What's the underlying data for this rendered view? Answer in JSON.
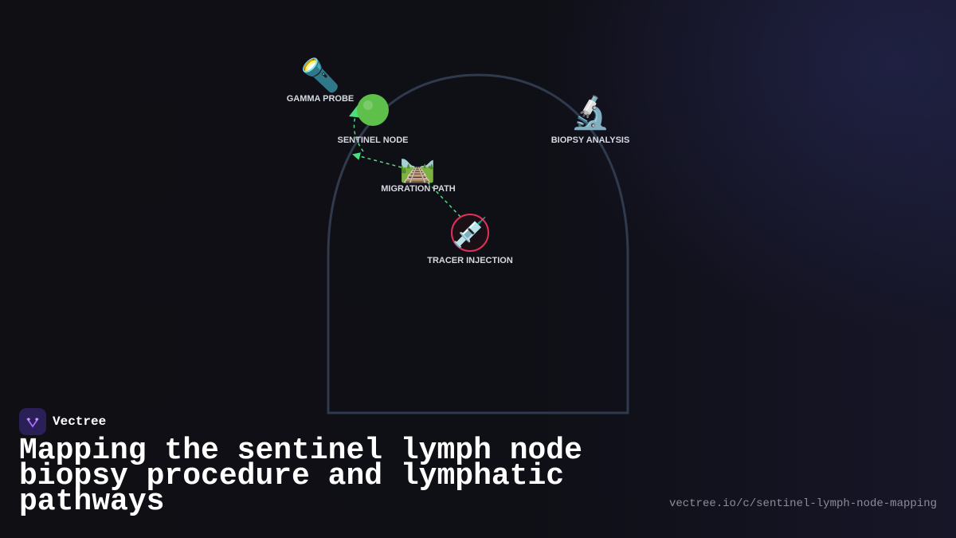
{
  "nodes": {
    "gamma_probe": {
      "label": "GAMMA PROBE",
      "icon": "flashlight-icon",
      "emoji": "🔦"
    },
    "sentinel_node": {
      "label": "SENTINEL NODE",
      "icon": "green-circle-icon",
      "emoji": "🟢"
    },
    "biopsy_analysis": {
      "label": "BIOPSY ANALYSIS",
      "icon": "microscope-icon",
      "emoji": "🔬"
    },
    "migration_path": {
      "label": "MIGRATION PATH",
      "icon": "railway-track-icon",
      "emoji": "🛤️"
    },
    "tracer_injection": {
      "label": "TRACER INJECTION",
      "icon": "syringe-icon",
      "emoji": "💉"
    }
  },
  "edges": [
    {
      "from": "tracer_injection",
      "to": "migration_path",
      "style": "dashed"
    },
    {
      "from": "migration_path",
      "to": "sentinel_node",
      "style": "dashed"
    },
    {
      "from": "sentinel_node",
      "to": "gamma_probe",
      "style": "dashed"
    }
  ],
  "brand": {
    "name": "Vectree",
    "logo": "vectree-logo-icon"
  },
  "title": "Mapping the sentinel lymph node biopsy procedure and lymphatic pathways",
  "url": "vectree.io/c/sentinel-lymph-node-mapping",
  "colors": {
    "background": "#0f0f14",
    "arch_stroke": "#2f3a4d",
    "edge": "#4ade80",
    "highlight_ring": "#e0315a",
    "label": "#d6d9e2"
  }
}
